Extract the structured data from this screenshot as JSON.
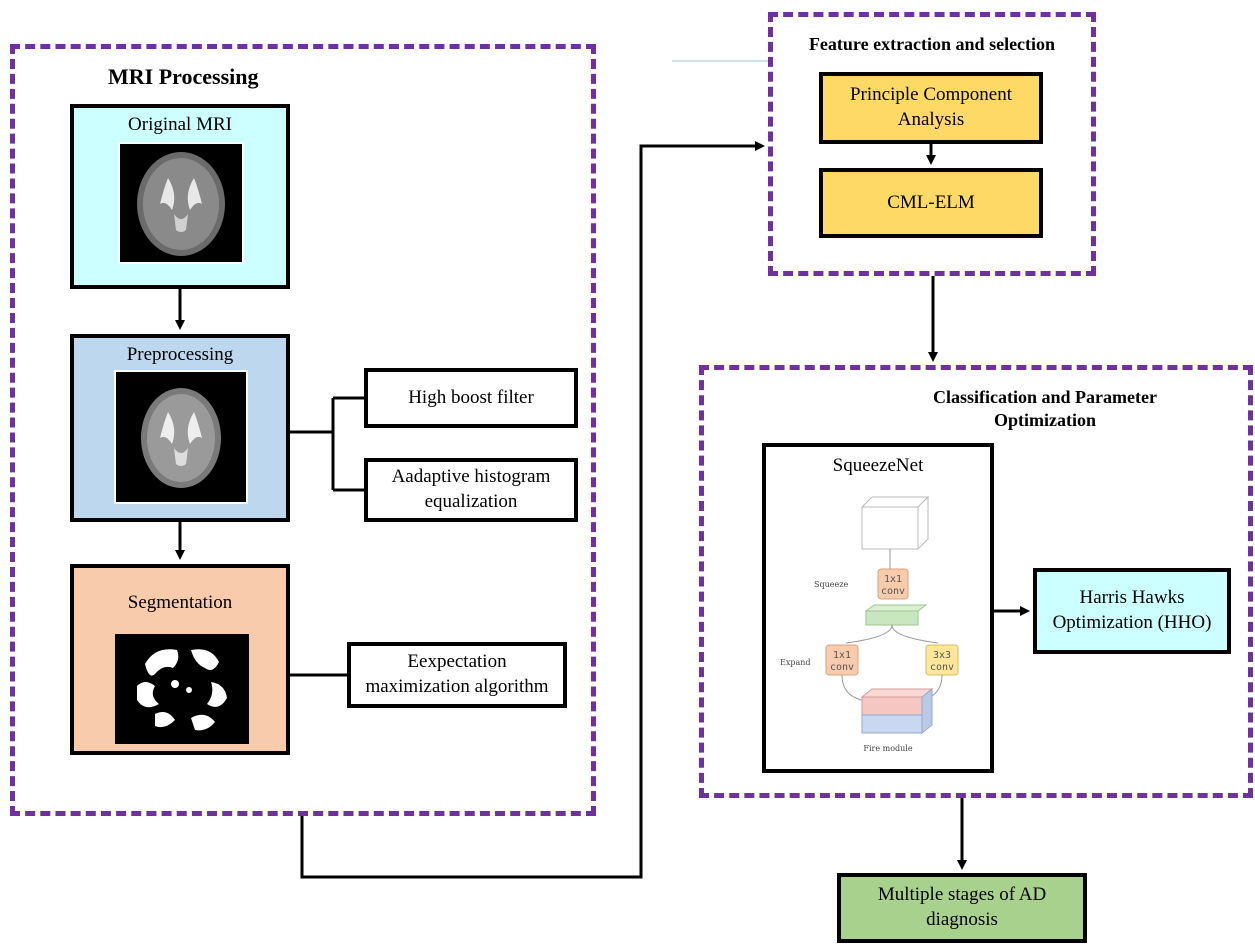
{
  "mri_processing": {
    "title": "MRI Processing",
    "original": "Original MRI",
    "preprocessing": "Preprocessing",
    "segmentation": "Segmentation",
    "high_boost": "High boost filter",
    "adaptive_hist": "Aadaptive histogram equalization",
    "em_algorithm": "Eexpectation maximization algorithm"
  },
  "feature": {
    "title": "Feature extraction and  selection",
    "pca": "Principle Component Analysis",
    "cml_elm": "CML-ELM"
  },
  "classification": {
    "title": "Classification and Parameter Optimization",
    "squeezenet": "SqueezeNet",
    "squeeze_label": "Squeeze",
    "expand_label": "Expand",
    "fire_module": "Fire module",
    "conv_1x1": "1x1 conv",
    "conv_1x1_b": "1x1 conv",
    "conv_3x3": "3x3 conv",
    "hho": "Harris Hawks Optimization (HHO)"
  },
  "output": {
    "diagnosis": "Multiple stages of AD diagnosis"
  },
  "colors": {
    "dash": "#7030a0",
    "original_fill": "#ccffff",
    "preprocessing_fill": "#bdd7ee",
    "segmentation_fill": "#f8cbad",
    "feature_fill": "#ffd966",
    "hho_fill": "#ccffff",
    "diagnosis_fill": "#a9d18e"
  }
}
